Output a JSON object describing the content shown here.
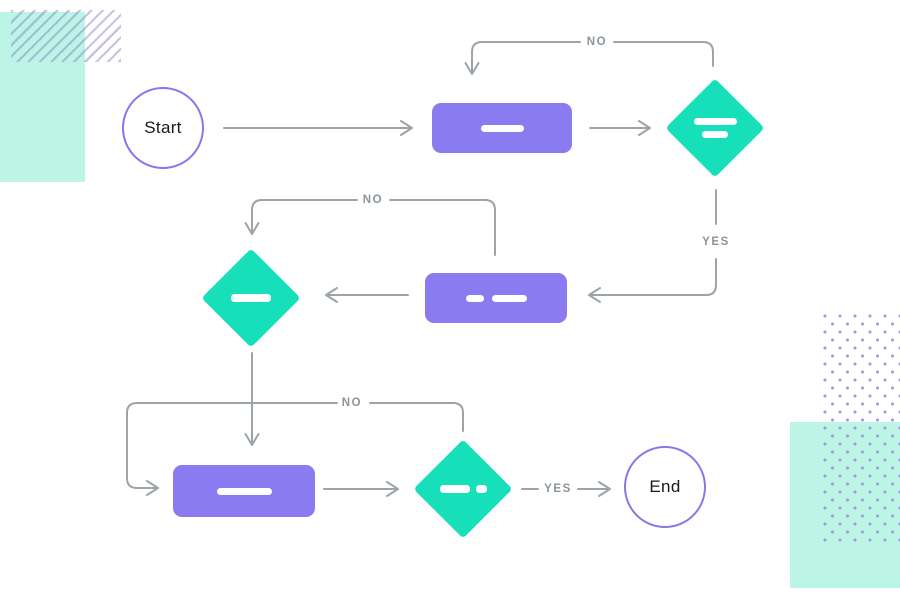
{
  "flowchart": {
    "start": {
      "label": "Start"
    },
    "end": {
      "label": "End"
    },
    "edge_labels": {
      "decision1_no": "NO",
      "decision1_yes": "YES",
      "decision2_no": "NO",
      "decision3_no": "NO",
      "decision3_yes": "YES"
    }
  },
  "colors": {
    "process_fill": "#8A7BF0",
    "decision_fill": "#17DFBA",
    "terminal_border": "#8478EA",
    "connector": "#9CA4AA",
    "edge_label_text": "#8C949B",
    "decoration_teal": "#BCF4E6",
    "decoration_dots": "#A299E0",
    "decoration_stripes": "#8884C8"
  }
}
